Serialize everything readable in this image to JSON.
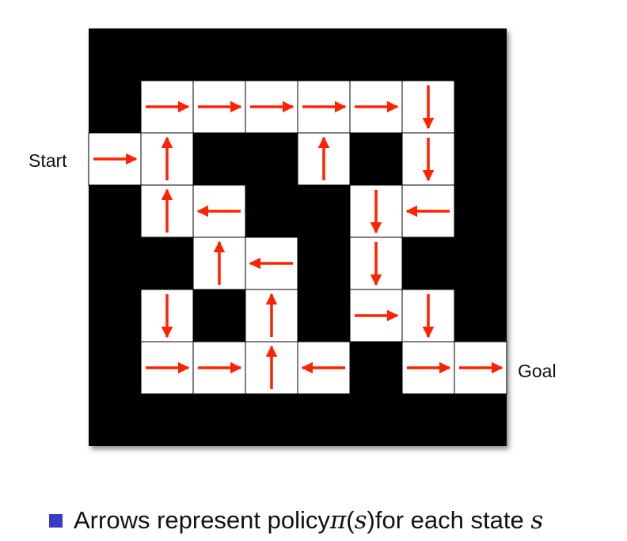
{
  "labels": {
    "start": "Start",
    "goal": "Goal"
  },
  "caption": {
    "text_before": "Arrows represent policy ",
    "pi": "π",
    "paren_open": "(",
    "s1": "s",
    "paren_close": ")",
    "text_after": " for each state ",
    "s2": "s"
  },
  "colors": {
    "wall": "#000000",
    "cell": "#ffffff",
    "arrow": "#ff2200",
    "bullet": "#3b3bc8"
  },
  "grid": {
    "rows": 8,
    "cols": 8,
    "open_cells": [
      {
        "row": 1,
        "col": 1,
        "arrow": "right"
      },
      {
        "row": 1,
        "col": 2,
        "arrow": "right"
      },
      {
        "row": 1,
        "col": 3,
        "arrow": "right"
      },
      {
        "row": 1,
        "col": 4,
        "arrow": "right"
      },
      {
        "row": 1,
        "col": 5,
        "arrow": "right"
      },
      {
        "row": 1,
        "col": 6,
        "arrow": "down"
      },
      {
        "row": 2,
        "col": 0,
        "arrow": "right"
      },
      {
        "row": 2,
        "col": 1,
        "arrow": "up"
      },
      {
        "row": 2,
        "col": 4,
        "arrow": "up"
      },
      {
        "row": 2,
        "col": 6,
        "arrow": "down"
      },
      {
        "row": 3,
        "col": 1,
        "arrow": "up"
      },
      {
        "row": 3,
        "col": 2,
        "arrow": "left"
      },
      {
        "row": 3,
        "col": 5,
        "arrow": "down"
      },
      {
        "row": 3,
        "col": 6,
        "arrow": "left"
      },
      {
        "row": 4,
        "col": 2,
        "arrow": "up"
      },
      {
        "row": 4,
        "col": 3,
        "arrow": "left"
      },
      {
        "row": 4,
        "col": 5,
        "arrow": "down"
      },
      {
        "row": 5,
        "col": 1,
        "arrow": "down"
      },
      {
        "row": 5,
        "col": 3,
        "arrow": "up"
      },
      {
        "row": 5,
        "col": 5,
        "arrow": "right"
      },
      {
        "row": 5,
        "col": 6,
        "arrow": "down"
      },
      {
        "row": 6,
        "col": 1,
        "arrow": "right"
      },
      {
        "row": 6,
        "col": 2,
        "arrow": "right"
      },
      {
        "row": 6,
        "col": 3,
        "arrow": "up"
      },
      {
        "row": 6,
        "col": 4,
        "arrow": "left"
      },
      {
        "row": 6,
        "col": 6,
        "arrow": "right"
      },
      {
        "row": 6,
        "col": 7,
        "arrow": "right"
      }
    ]
  }
}
